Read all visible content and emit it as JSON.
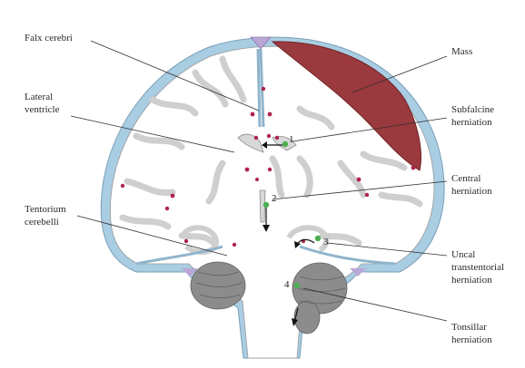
{
  "labels": {
    "falx": "Falx cerebri",
    "lateral_1": "Lateral",
    "lateral_2": "ventricle",
    "tentorium_1": "Tentorium",
    "tentorium_2": "cerebelli",
    "mass": "Mass",
    "subfalcine_1": "Subfalcine",
    "subfalcine_2": "herniation",
    "central_1": "Central",
    "central_2": "herniation",
    "uncal_1": "Uncal",
    "uncal_2": "transtentorial",
    "uncal_3": "herniation",
    "tonsillar_1": "Tonsillar",
    "tonsillar_2": "herniation"
  },
  "markers": [
    "1",
    "2",
    "3",
    "4"
  ],
  "colors": {
    "dura": "#a9cde3",
    "brain": "#ffffff",
    "sulcus": "#cfcfcf",
    "mass": "#9b3a3e",
    "vessel": "#b0234a",
    "herniation_dot": "#4caf50",
    "cerebellum": "#8c8c8c",
    "sinus": "#b9a7d6"
  }
}
